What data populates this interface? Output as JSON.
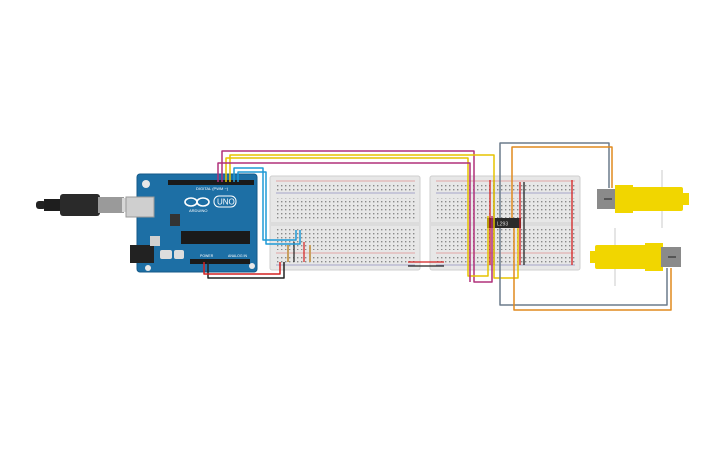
{
  "arduino": {
    "brand": "ARDUINO",
    "model": "UNO",
    "digital_header": "DIGITAL (PWM ~)",
    "power_header": "POWER",
    "analog_header": "ANALOG IN"
  },
  "driver_chip": {
    "label": "L293"
  },
  "colors": {
    "board_blue": "#1d6fa5",
    "breadboard": "#e7e7e7",
    "motor_yellow": "#f1d600",
    "wire_magenta": "#b0307a",
    "wire_yellow": "#e6c300",
    "wire_blue": "#1f9ad6",
    "wire_orange": "#e08a1e",
    "wire_gray": "#6b7b8c",
    "wire_red": "#d42020",
    "wire_black": "#222222"
  }
}
